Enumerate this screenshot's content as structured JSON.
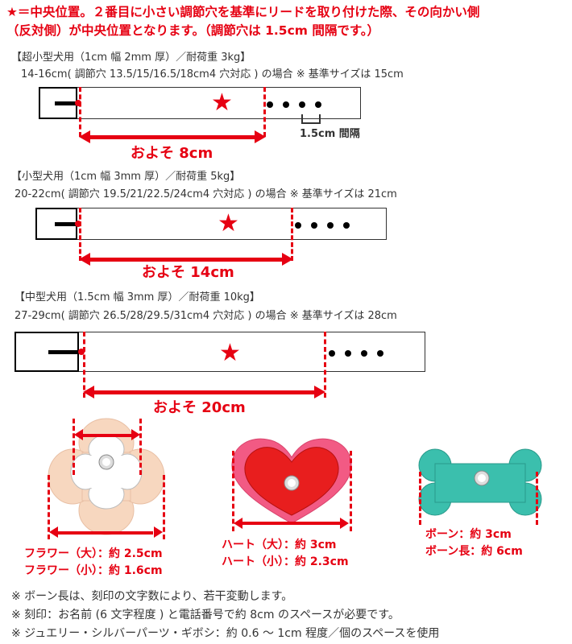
{
  "intro": {
    "line1": "★＝中央位置。２番目に小さい調節穴を基準にリードを取り付けた際、その向かい側",
    "line2": "（反対側）が中央位置となります。（調節穴は 1.5cm 間隔です。）"
  },
  "sections": [
    {
      "title": "【超小型犬用（1cm 幅 2mm 厚）／耐荷重 3kg】",
      "subtitle": "14-16cm( 調節穴 13.5/15/16.5/18cm4 穴対応 ) の場合 ※ 基準サイズは 15cm",
      "measure": "およそ 8cm",
      "spacing_label": "1.5cm 間隔"
    },
    {
      "title": "【小型犬用（1cm 幅 3mm 厚）／耐荷重 5kg】",
      "subtitle": "20-22cm( 調節穴 19.5/21/22.5/24cm4 穴対応 ) の場合 ※ 基準サイズは 21cm",
      "measure": "およそ 14cm"
    },
    {
      "title": "【中型犬用（1.5cm 幅 3mm 厚）／耐荷重 10kg】",
      "subtitle": "27-29cm( 調節穴 26.5/28/29.5/31cm4 穴対応 ) の場合 ※ 基準サイズは 28cm",
      "measure": "およそ 20cm"
    }
  ],
  "charms": {
    "flower": {
      "line1": "フラワー（大）：約 2.5cm",
      "line2": "フラワー（小）：約 1.6cm"
    },
    "heart": {
      "line1": "ハート（大）：約 3cm",
      "line2": "ハート（小）：約 2.3cm"
    },
    "bone": {
      "line1": "ボーン：約 3cm",
      "line2": "ボーン長：約 6cm"
    }
  },
  "notes": [
    "※ ボーン長は、刻印の文字数により、若干変動します。",
    "※ 刻印：お名前 (6 文字程度 ) と電話番号で約 8cm のスペースが必要です。",
    "※ ジュエリー・シルバーパーツ・ギボシ：約 0.6 ～ 1cm 程度／個のスペースを使用"
  ],
  "colors": {
    "accent_red": "#e60012",
    "bone": "#3bbfad",
    "heart_outer": "#f25a84",
    "heart_inner": "#e81e1e",
    "flower_outer": "#f7d7bf",
    "flower_inner": "#ffffff"
  },
  "icons": {
    "center_mark": "red-star",
    "gem": "rhinestone"
  }
}
